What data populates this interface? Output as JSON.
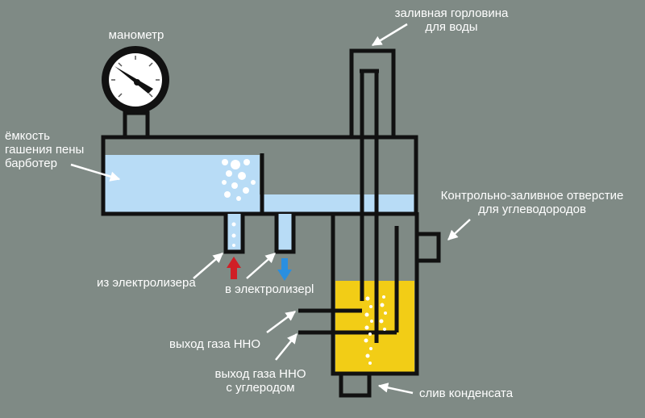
{
  "labels": {
    "manometer": "манометр",
    "foam_tank": "ёмкость\nгашения пены\nбарботер",
    "water_neck": "заливная горловина\nдля воды",
    "control_hole": "Контрольно-заливное отверстие\nдля углеводородов",
    "from_electrolyzer": "из электролизера",
    "to_electrolyzer": "в электролизерl",
    "gas_out": "выход газа ННО",
    "gas_out_carbon": "выход газа ННО\nс углеродом",
    "condensate_drain": "слив конденсата"
  },
  "colors": {
    "background": "#7f8a85",
    "outline": "#111111",
    "water": "#b8dcf6",
    "hydrocarbon": "#f2cd16",
    "arrow_in": "#d01f26",
    "arrow_out": "#2a8fe0",
    "label_arrow": "#ffffff"
  }
}
